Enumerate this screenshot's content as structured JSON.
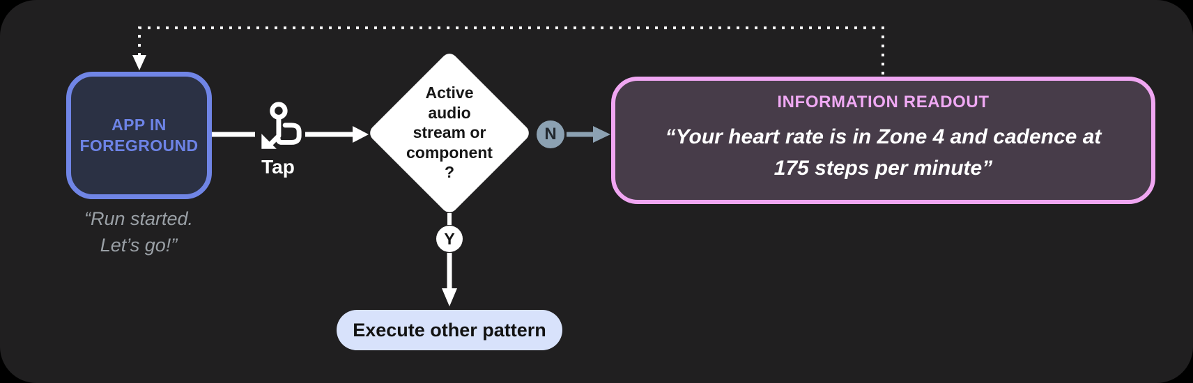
{
  "colors": {
    "canvas_background": "#000000",
    "panel_background": "#201F20",
    "app_node_fill": "#2B3144",
    "app_node_border": "#7085E6",
    "app_node_text": "#6D83E6",
    "muted_quote_text": "#9AA0A6",
    "decision_fill": "#FFFFFF",
    "decision_text": "#161616",
    "no_branch_accent": "#8CA1B2",
    "readout_border": "#F0A6F2",
    "readout_fill": "#473C49",
    "readout_title_text": "#F0A9F4",
    "readout_body_text": "#FFFFFF",
    "pattern_pill_fill": "#D8E2FB",
    "pattern_pill_text": "#121212",
    "connector_color": "#FFFFFF"
  },
  "diagram": {
    "app_node": {
      "label_lines": [
        "APP IN",
        "FOREGROUND"
      ],
      "quote_lines": [
        "“Run started.",
        "Let’s go!”"
      ]
    },
    "tap_edge": {
      "label": "Tap",
      "icon": "tap-gesture-icon"
    },
    "decision_node": {
      "lines": [
        "Active",
        "audio",
        "stream or",
        "component",
        "?"
      ]
    },
    "no_branch": {
      "label": "N"
    },
    "yes_branch": {
      "label": "Y"
    },
    "readout_node": {
      "title": "INFORMATION READOUT",
      "quote_lines": [
        "“Your heart rate is in Zone 4 and cadence at",
        "175 steps per minute”"
      ]
    },
    "yes_action_node": {
      "label": "Execute other pattern"
    }
  }
}
